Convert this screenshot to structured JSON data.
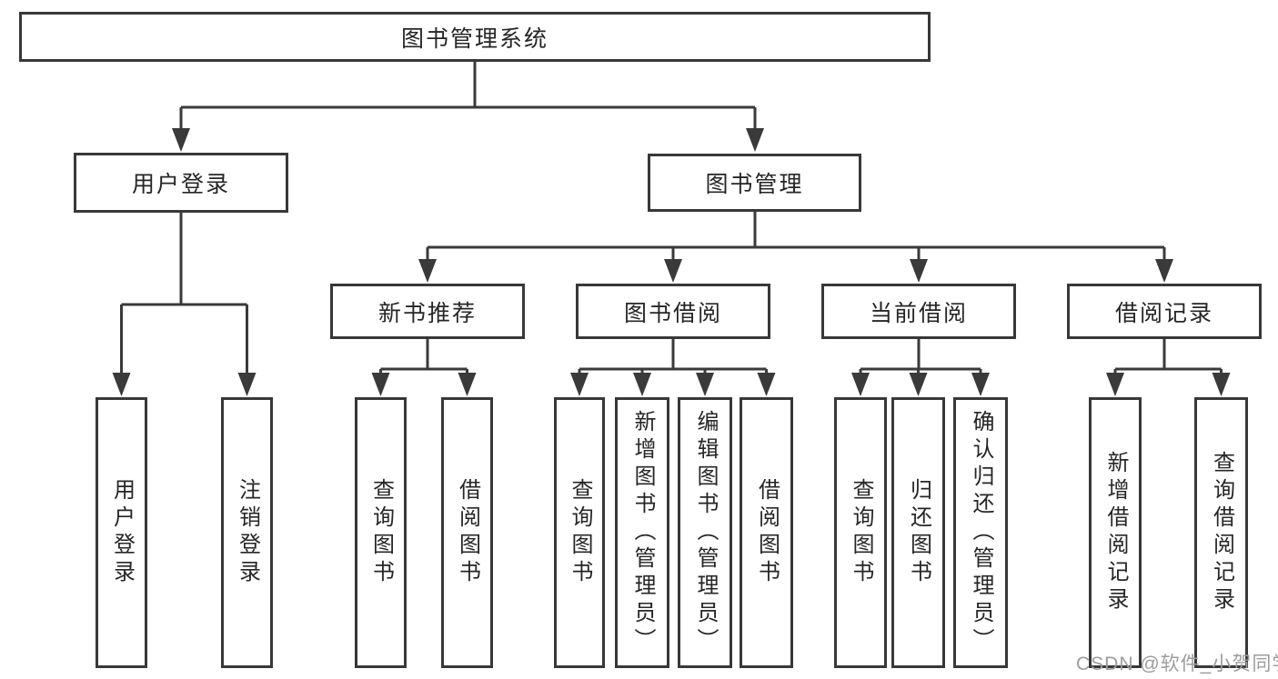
{
  "tree": {
    "root": {
      "label": "图书管理系统"
    },
    "branches": [
      {
        "label": "用户登录",
        "children": [
          {
            "label": "用户登录"
          },
          {
            "label": "注销登录"
          }
        ]
      },
      {
        "label": "图书管理",
        "groups": [
          {
            "label": "新书推荐",
            "children": [
              {
                "label": "查询图书"
              },
              {
                "label": "借阅图书"
              }
            ]
          },
          {
            "label": "图书借阅",
            "children": [
              {
                "label": "查询图书"
              },
              {
                "label": "新增图书（管理员）"
              },
              {
                "label": "编辑图书（管理员）"
              },
              {
                "label": "借阅图书"
              }
            ]
          },
          {
            "label": "当前借阅",
            "children": [
              {
                "label": "查询图书"
              },
              {
                "label": "归还图书"
              },
              {
                "label": "确认归还（管理员）"
              }
            ]
          },
          {
            "label": "借阅记录",
            "children": [
              {
                "label": "新增借阅记录"
              },
              {
                "label": "查询借阅记录"
              }
            ]
          }
        ]
      }
    ]
  },
  "watermark": {
    "text": "CSDN @软件_小贺同学"
  },
  "colors": {
    "line": "#3a3a3a",
    "text": "#262626",
    "watermark": "#9c9c9c",
    "background": "#ffffff"
  }
}
